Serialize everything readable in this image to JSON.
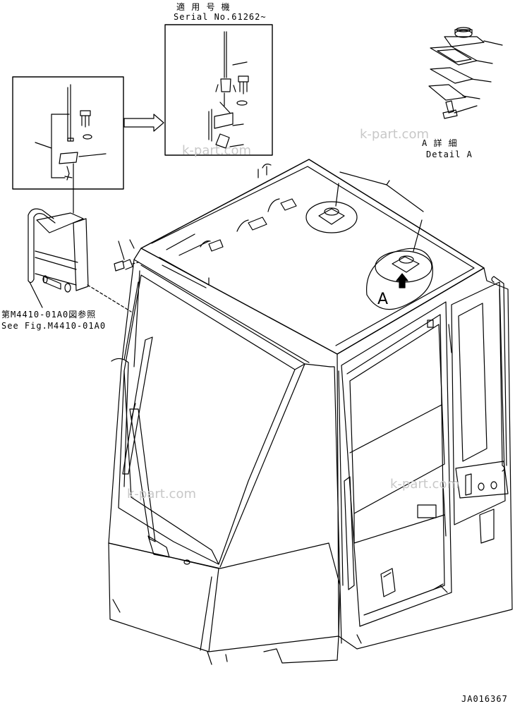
{
  "labels": {
    "serial_jp": "適 用 号 機",
    "serial_en": "Serial No.61262~",
    "detail_jp": "A 詳 細",
    "detail_en": "Detail A",
    "see_fig_jp": "第M4410-01A0図参照",
    "see_fig_en": "See Fig.M4410-01A0",
    "arrow_letter": "A",
    "drawing_id": "JA016367"
  },
  "watermarks": [
    "k-part.com",
    "k-part.com",
    "k-part.com",
    "k-part.com"
  ]
}
